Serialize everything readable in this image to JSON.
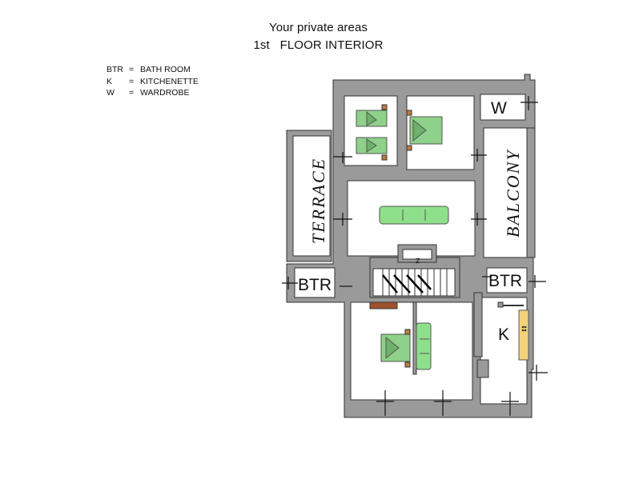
{
  "title": {
    "line1": "Your private areas",
    "line2": "1st   FLOOR INTERIOR"
  },
  "legend": [
    {
      "key": "BTR",
      "eq": "=",
      "value": "BATH ROOM"
    },
    {
      "key": "K",
      "eq": "=",
      "value": "KITCHENETTE"
    },
    {
      "key": "W",
      "eq": "=",
      "value": "WARDROBE"
    }
  ],
  "rooms": {
    "terrace": "TERRACE",
    "balcony": "BALCONY",
    "bathroom_left": "BTR",
    "bathroom_right": "BTR",
    "kitchenette": "K",
    "wardrobe": "W"
  },
  "colors": {
    "wall": "#9a9a9a",
    "wall_stroke": "#333333",
    "bed": "#8fd18a",
    "sofa": "#8fe08a",
    "kitchen_counter": "#f2d27a",
    "table": "#a0522d"
  }
}
